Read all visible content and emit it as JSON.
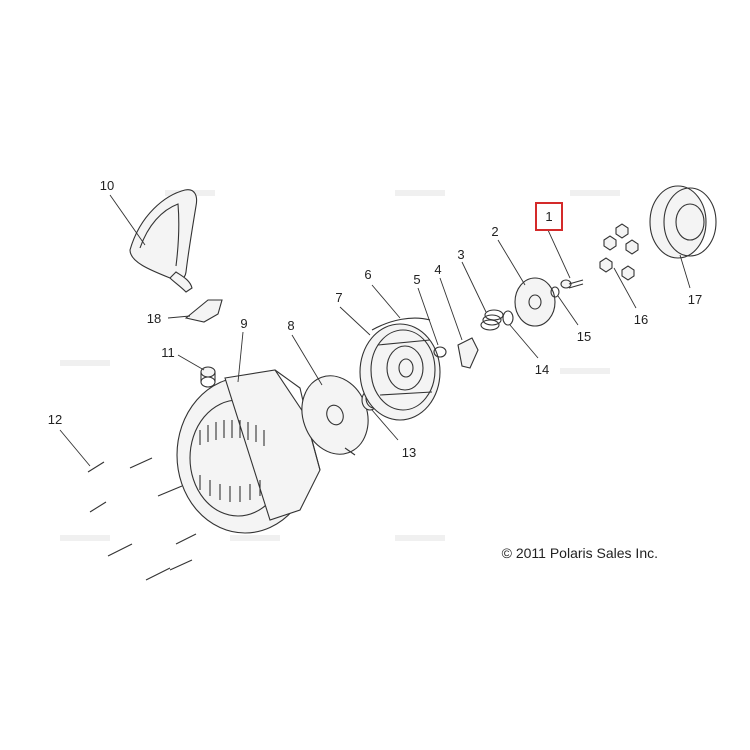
{
  "diagram": {
    "callouts": [
      "1",
      "2",
      "3",
      "4",
      "5",
      "6",
      "7",
      "8",
      "9",
      "10",
      "11",
      "12",
      "13",
      "14",
      "15",
      "16",
      "17",
      "18"
    ],
    "highlighted_callout": "1",
    "highlight_color": "#d42a2a",
    "line_color": "#333333",
    "copyright": "© 2011 Polaris Sales Inc."
  }
}
